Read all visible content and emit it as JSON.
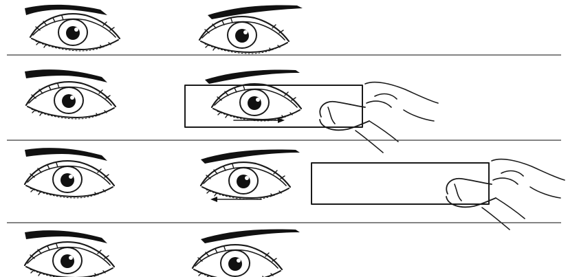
{
  "figure": {
    "panels": [
      {
        "id": "row-1",
        "eyes": 2,
        "card": false,
        "hand": false,
        "arrow": "none"
      },
      {
        "id": "row-2",
        "eyes": 2,
        "card": true,
        "card_covers": "right-eye",
        "hand": true,
        "arrow": "right"
      },
      {
        "id": "row-3",
        "eyes": 2,
        "card": true,
        "card_covers": "none",
        "hand": true,
        "arrow": "left"
      },
      {
        "id": "row-4",
        "eyes": 2,
        "card": false,
        "hand": false,
        "arrow": "none"
      }
    ],
    "colors": {
      "ink": "#1a1a1a",
      "background": "#ffffff",
      "divider": "#3a3a3a"
    }
  }
}
